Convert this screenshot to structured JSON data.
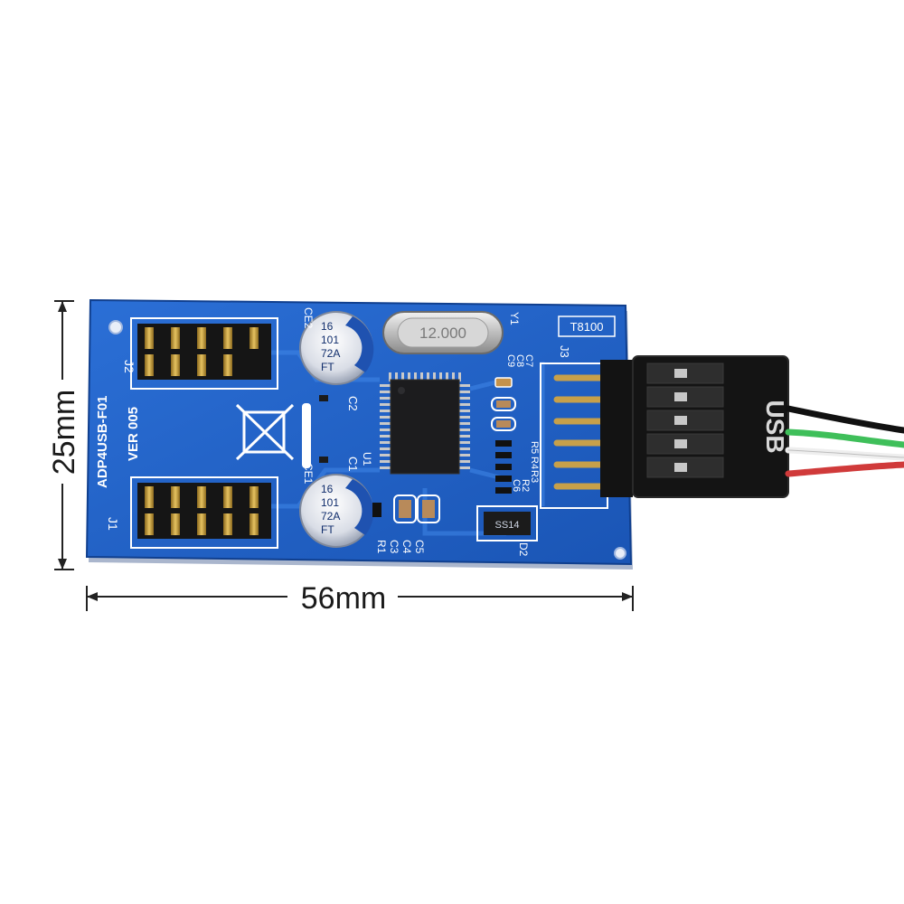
{
  "dimensions": {
    "width_label": "25mm",
    "length_label": "56mm"
  },
  "board": {
    "model": "ADP4USB-F01",
    "version": "VER 005",
    "connector_j2": "J2",
    "connector_j1": "J1",
    "connector_j3": "J3",
    "ce2": "CE2",
    "ce1": "CE1",
    "c2": "C2",
    "c1": "C1",
    "u1": "U1",
    "y1": "Y1",
    "d2": "D2",
    "r5": "R5",
    "r4": "R4",
    "r3": "R3",
    "r2": "R2",
    "r1": "R1",
    "c3": "C3",
    "c4": "C4",
    "c5": "C5",
    "c6": "C6",
    "c7": "C7",
    "c8": "C8",
    "c9": "C9",
    "ic_label": "T8100"
  },
  "components": {
    "crystal_label": "12.000",
    "diode_label": "SS14",
    "cap_top": {
      "line1": "16",
      "line2": "101",
      "line3": "72A",
      "line4": "FT"
    },
    "cap_bottom": {
      "line1": "16",
      "line2": "101",
      "line3": "72A",
      "line4": "FT"
    }
  },
  "cable": {
    "label": "USB"
  },
  "colors": {
    "pcb": "#1f5fc4",
    "pcb_dark": "#164aa0",
    "header": "#141414",
    "gold": "#b88a2a",
    "cable_black": "#111111",
    "cable_green": "#3fbf5a",
    "cable_red": "#d03a3a"
  }
}
